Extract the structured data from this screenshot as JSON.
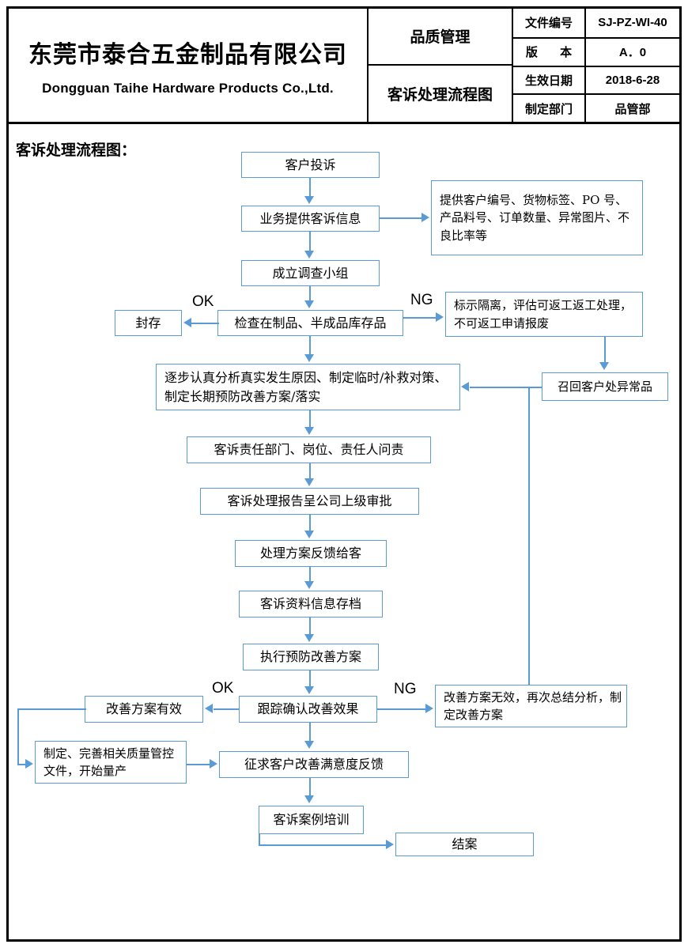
{
  "header": {
    "company_cn": "东莞市泰合五金制品有限公司",
    "company_en": "Dongguan Taihe Hardware Products Co.,Ltd.",
    "category": "品质管理",
    "doc_title": "客诉处理流程图",
    "fields": [
      {
        "label": "文件编号",
        "value": "SJ-PZ-WI-40"
      },
      {
        "label": "版  本",
        "value": "A．0"
      },
      {
        "label": "生效日期",
        "value": "2018-6-28"
      },
      {
        "label": "制定部门",
        "value": "品管部"
      }
    ]
  },
  "section": {
    "title": "客诉处理流程图："
  },
  "flow": {
    "nodes": [
      {
        "id": "complaint",
        "text": "客户投诉"
      },
      {
        "id": "provide-info",
        "text": "业务提供客诉信息"
      },
      {
        "id": "info-detail",
        "text": "提供客户编号、货物标签、PO 号、产品料号、订单数量、异常图片、不良比率等"
      },
      {
        "id": "setup-team",
        "text": "成立调查小组"
      },
      {
        "id": "check-stock",
        "text": "检查在制品、半成品库存品"
      },
      {
        "id": "seal",
        "text": "封存"
      },
      {
        "id": "isolate",
        "text": "标示隔离，评估可返工返工处理，不可返工申请报废"
      },
      {
        "id": "recall",
        "text": "召回客户处异常品"
      },
      {
        "id": "analyze",
        "text": "逐步认真分析真实发生原因、制定临时/补救对策、制定长期预防改善方案/落实"
      },
      {
        "id": "responsibility",
        "text": "客诉责任部门、岗位、责任人问责"
      },
      {
        "id": "report-approval",
        "text": "客诉处理报告呈公司上级审批"
      },
      {
        "id": "feedback-customer",
        "text": "处理方案反馈给客"
      },
      {
        "id": "archive",
        "text": "客诉资料信息存档"
      },
      {
        "id": "execute-plan",
        "text": "执行预防改善方案"
      },
      {
        "id": "track-effect",
        "text": "跟踪确认改善效果"
      },
      {
        "id": "plan-effective",
        "text": "改善方案有效"
      },
      {
        "id": "plan-invalid",
        "text": "改善方案无效，再次总结分析，制定改善方案"
      },
      {
        "id": "quality-docs",
        "text": "制定、完善相关质量管控文件，开始量产"
      },
      {
        "id": "satisfaction",
        "text": "征求客户改善满意度反馈"
      },
      {
        "id": "training",
        "text": "客诉案例培训"
      },
      {
        "id": "close",
        "text": "结案"
      }
    ],
    "edge_labels": {
      "ok_top": "OK",
      "ng_top": "NG",
      "ok_bottom": "OK",
      "ng_bottom": "NG"
    }
  },
  "colors": {
    "box_border": "#5B9BD5",
    "connector": "#5B9BD5",
    "frame": "#000000"
  }
}
